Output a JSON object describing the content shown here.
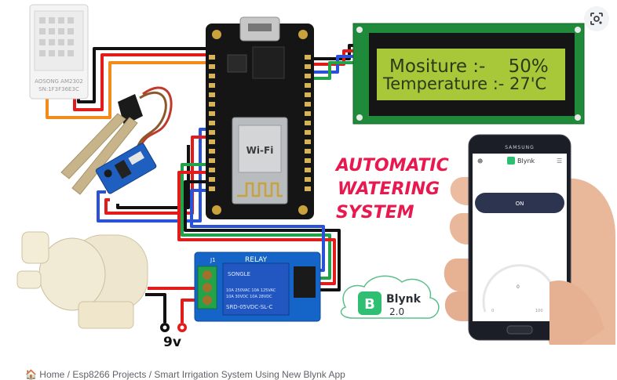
{
  "lcd": {
    "line1": "Mositure :-    50%",
    "line2": "Temperature :- 27'C"
  },
  "headline": {
    "line1": "AUTOMATIC",
    "line2": "WATERING",
    "line3": "SYSTEM"
  },
  "relay": {
    "title": "RELAY",
    "j1": "J1",
    "brand": "SONGLE",
    "spec1": "10A 250VAC 10A 125VAC",
    "spec2": "10A 30VDC 10A 28VDC",
    "model": "SRD-05VDC-SL-C"
  },
  "power": {
    "label": "9v"
  },
  "sensor": {
    "line1": "AOSONG AM2302",
    "line2": "SN:1F3F36E3C"
  },
  "phone": {
    "brand": "SAMSUNG",
    "app_name": "Blynk",
    "button_label": "ON",
    "gauge_min": "0",
    "gauge_max": "100",
    "gauge_value": "0"
  },
  "blynk_badge": {
    "name": "Blynk",
    "version": "2.0",
    "letter": "B"
  },
  "breadcrumb": {
    "home": "Home",
    "sep": " / ",
    "category": "Esp8266 Projects",
    "page": "Smart Irrigation System Using New Blynk App"
  },
  "icons": {
    "lens": "google-lens-icon",
    "home": "home-icon"
  }
}
